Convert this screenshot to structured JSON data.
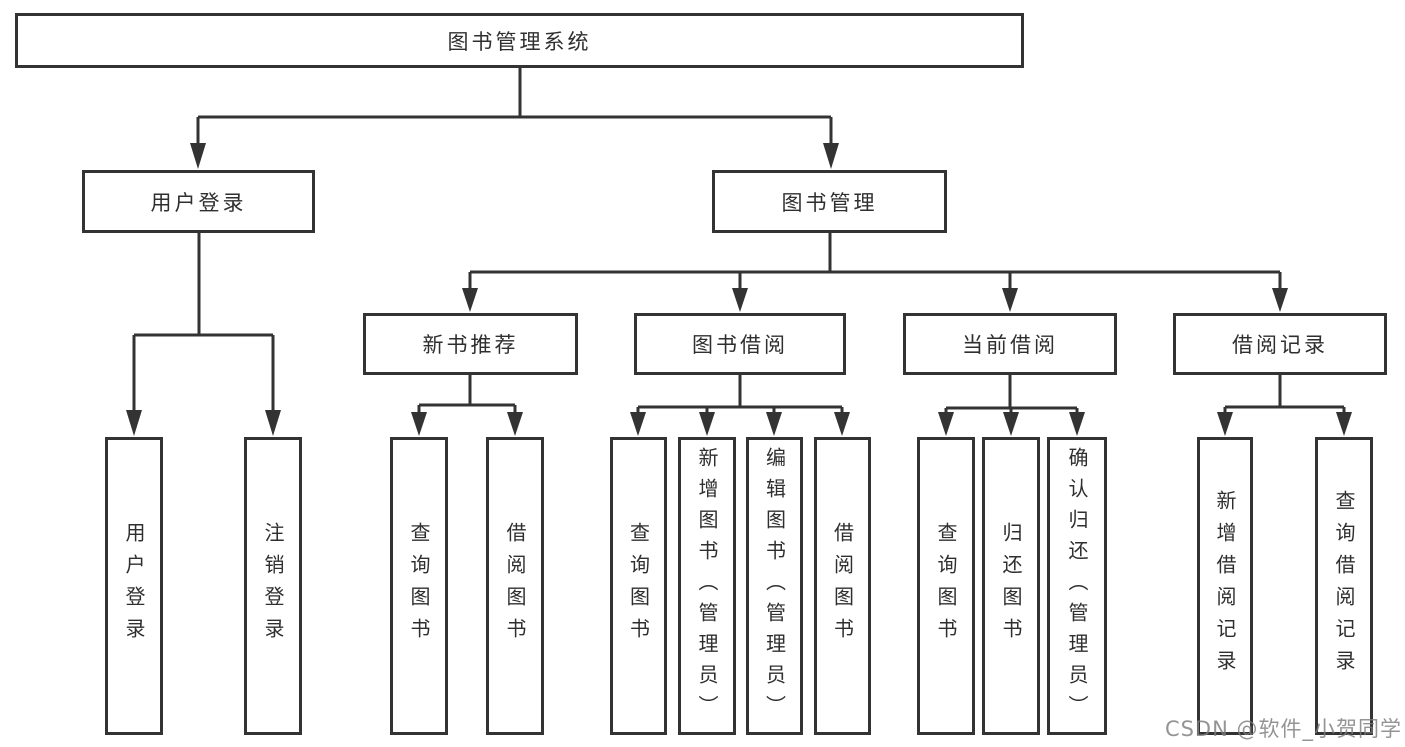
{
  "tree": {
    "root": {
      "label": "图书管理系统",
      "children": [
        {
          "label": "用户登录",
          "children": [
            {
              "label": "用户登录"
            },
            {
              "label": "注销登录"
            }
          ]
        },
        {
          "label": "图书管理",
          "children": [
            {
              "label": "新书推荐",
              "children": [
                {
                  "label": "查询图书"
                },
                {
                  "label": "借阅图书"
                }
              ]
            },
            {
              "label": "图书借阅",
              "children": [
                {
                  "label": "查询图书"
                },
                {
                  "label": "新增图书（管理员）"
                },
                {
                  "label": "编辑图书（管理员）"
                },
                {
                  "label": "借阅图书"
                }
              ]
            },
            {
              "label": "当前借阅",
              "children": [
                {
                  "label": "查询图书"
                },
                {
                  "label": "归还图书"
                },
                {
                  "label": "确认归还（管理员）"
                }
              ]
            },
            {
              "label": "借阅记录",
              "children": [
                {
                  "label": "新增借阅记录"
                },
                {
                  "label": "查询借阅记录"
                }
              ]
            }
          ]
        }
      ]
    }
  },
  "watermark": {
    "text": "CSDN @软件_小贺同学"
  },
  "colors": {
    "line": "#333333",
    "text": "#2f2f2f",
    "watermark": "#7d7d7d"
  }
}
